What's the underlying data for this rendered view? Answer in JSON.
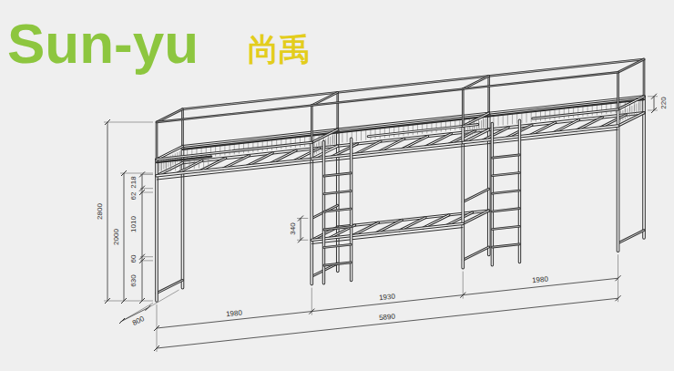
{
  "diagram": {
    "labels": [
      "Sun-yu",
      "尚禹",
      "2800",
      "2000",
      "218",
      "62",
      "1010",
      "60",
      "630",
      "340",
      "220",
      "800",
      "1980",
      "1930",
      "5890",
      "1980"
    ]
  }
}
